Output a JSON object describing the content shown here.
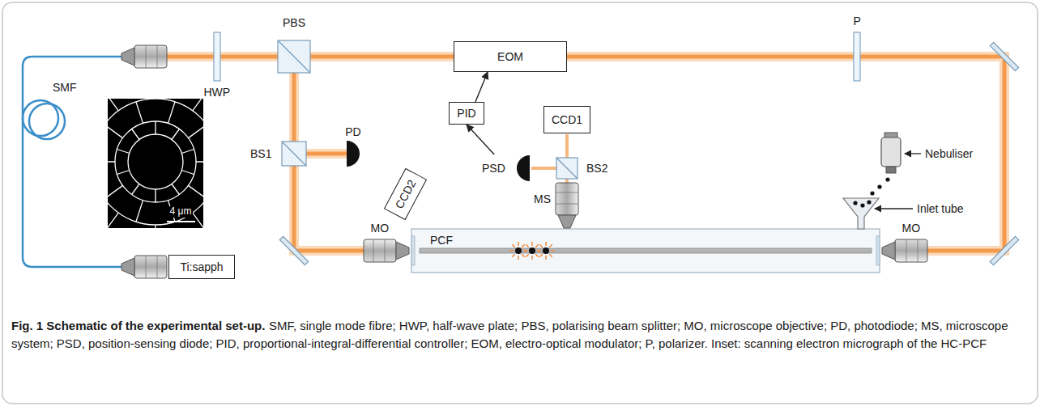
{
  "diagram": {
    "title": "Fig. 1 Schematic of the experimental set-up.",
    "caption": "SMF, single mode fibre; HWP, half-wave plate; PBS, polarising beam splitter; MO, microscope objective; PD, photodiode; MS, microscope system; PSD, position-sensing diode; PID, proportional-integral-differential controller; EOM, electro-optical modulator; P, polarizer. Inset: scanning electron micrograph of the HC-PCF",
    "nodes": [
      {
        "text": [
          "EOM"
        ]
      },
      {
        "text": [
          "PID"
        ]
      },
      {
        "text": [
          "CCD1"
        ]
      },
      {
        "text": [
          "PD"
        ]
      },
      {
        "text": [
          "PSD"
        ]
      },
      {
        "text": [
          "CCD2"
        ]
      },
      {
        "text": [
          "Ti:sapph"
        ]
      }
    ],
    "edges": [
      {
        "from": 4,
        "to": 1,
        "arrow": "to"
      },
      {
        "from": 1,
        "to": 0,
        "arrow": "to"
      }
    ],
    "labels": [
      "PBS",
      "P",
      "HWP",
      "SMF",
      "BS1",
      "BS2",
      "MS",
      "Nebuliser",
      "MO",
      "Inlet tube",
      "PCF",
      "MO",
      "4 μm"
    ]
  }
}
